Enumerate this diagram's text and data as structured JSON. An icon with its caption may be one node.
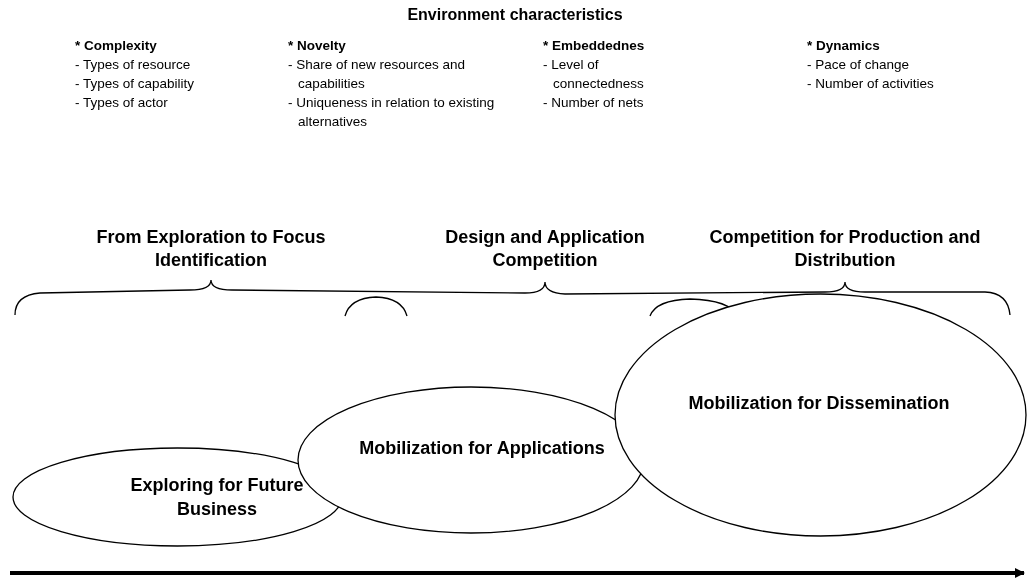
{
  "diagram": {
    "title": "Environment characteristics",
    "nodes": [
      {
        "text": [
          "Exploring for Future Business"
        ]
      },
      {
        "text": [
          "Mobilization for Applications"
        ]
      },
      {
        "text": [
          "Mobilization for Dissemination"
        ]
      }
    ],
    "labels": [
      "* Complexity",
      "- Types of resource",
      "- Types of capability",
      "- Types of actor",
      "* Novelty",
      "- Share of new resources and capabilities",
      "- Uniqueness in relation to existing alternatives",
      "* Embeddednes",
      "- Level of connectedness",
      "- Number of nets",
      "* Dynamics",
      "- Pace of change",
      "- Number of activities",
      "From Exploration to Focus Identification",
      "Design and Application Competition",
      "Competition for Production and Distribution"
    ]
  }
}
